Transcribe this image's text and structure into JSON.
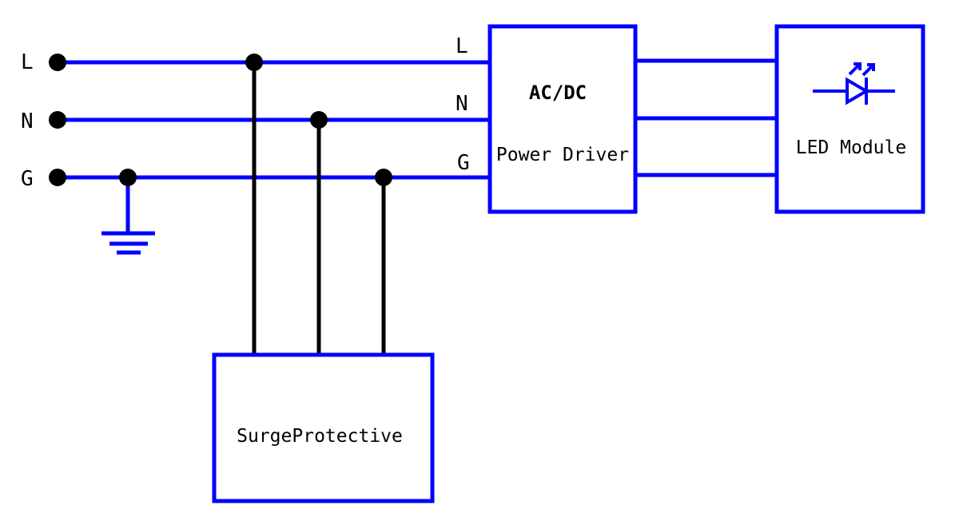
{
  "diagram": {
    "title": "",
    "colors": {
      "wire": "#0000ff",
      "link": "#000000",
      "dot": "#000000",
      "box": "#0000ff",
      "text": "#000000",
      "background": "#ffffff"
    },
    "inputs": [
      {
        "id": "L",
        "label": "L"
      },
      {
        "id": "N",
        "label": "N"
      },
      {
        "id": "G",
        "label": "G"
      }
    ],
    "driver": {
      "title": "AC/DC",
      "subtitle": "Power Driver",
      "pins": [
        {
          "id": "L",
          "label": "L"
        },
        {
          "id": "N",
          "label": "N"
        },
        {
          "id": "G",
          "label": "G"
        }
      ]
    },
    "led_module": {
      "label": "LED Module",
      "icon": "led-diode-icon"
    },
    "surge": {
      "label": "SurgeProtective"
    },
    "ground": {
      "icon": "ground-icon"
    },
    "connections": [
      {
        "from": "L",
        "to": "driver.L"
      },
      {
        "from": "N",
        "to": "driver.N"
      },
      {
        "from": "G",
        "to": "driver.G"
      },
      {
        "from": "L",
        "to": "surge"
      },
      {
        "from": "N",
        "to": "surge"
      },
      {
        "from": "G",
        "to": "surge"
      },
      {
        "from": "G",
        "to": "ground"
      },
      {
        "from": "driver",
        "to": "led_module",
        "count": 3
      }
    ]
  }
}
